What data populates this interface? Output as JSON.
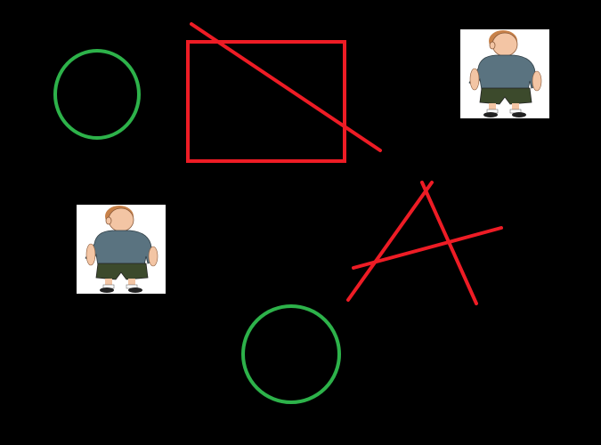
{
  "canvas": {
    "background": "#000000"
  },
  "colors": {
    "shape_stroke_green": "#2db24a",
    "shape_stroke_red": "#ee1c25",
    "sprite_background": "#ffffff",
    "character_shirt": "#5a7380",
    "character_shorts": "#3c4a2c",
    "character_skin": "#f3c5a4",
    "character_hair": "#c8824a"
  },
  "objects": [
    {
      "kind": "circle",
      "color": "green"
    },
    {
      "kind": "square",
      "color": "red",
      "crossed_out": true
    },
    {
      "kind": "character-sprite",
      "icon": "boy-character-icon"
    },
    {
      "kind": "character-sprite",
      "icon": "boy-character-icon"
    },
    {
      "kind": "letter-like-strokes",
      "color": "red"
    },
    {
      "kind": "circle",
      "color": "green"
    }
  ]
}
